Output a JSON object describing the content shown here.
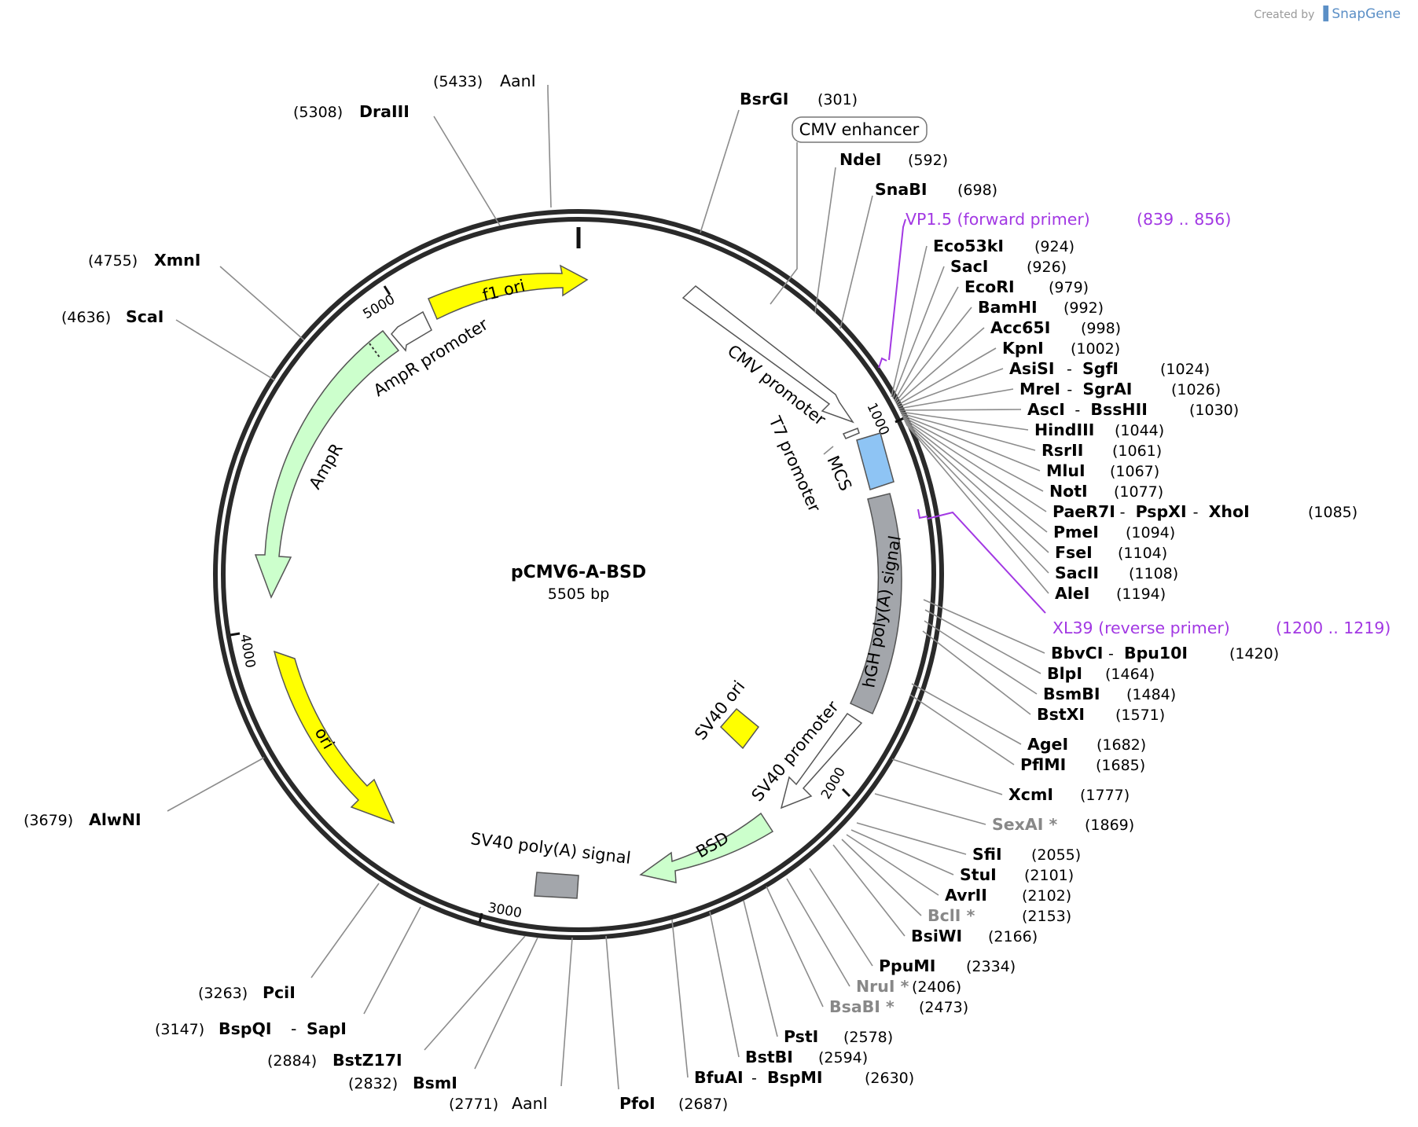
{
  "credit": {
    "prefix": "Created by",
    "brand": "SnapGene",
    "brand_icon": "snapgene-logo-icon"
  },
  "plasmid": {
    "name": "pCMV6-A-BSD",
    "length_label": "5505 bp",
    "length_bp": 5505
  },
  "ticks": [
    {
      "bp": 1000,
      "label": "1000"
    },
    {
      "bp": 2000,
      "label": "2000"
    },
    {
      "bp": 3000,
      "label": "3000"
    },
    {
      "bp": 4000,
      "label": "4000"
    },
    {
      "bp": 5000,
      "label": "5000"
    }
  ],
  "features": [
    {
      "label": "CMV enhancer",
      "type": "boxed-label",
      "color": "#ffffff"
    },
    {
      "label": "CMV promoter",
      "type": "arrow",
      "color": "#ffffff"
    },
    {
      "label": "T7 promoter",
      "type": "arrow",
      "color": "#ffffff"
    },
    {
      "label": "MCS",
      "type": "box",
      "color": "#8ec4f4"
    },
    {
      "label": "hGH poly(A) signal",
      "type": "box",
      "color": "#a3a6ab"
    },
    {
      "label": "SV40 ori",
      "type": "box",
      "color": "#ffff00"
    },
    {
      "label": "SV40 promoter",
      "type": "arrow",
      "color": "#ffffff"
    },
    {
      "label": "BSD",
      "type": "arrow",
      "color": "#ccffcc"
    },
    {
      "label": "SV40 poly(A) signal",
      "type": "box",
      "color": "#a3a6ab"
    },
    {
      "label": "ori",
      "type": "arrow",
      "color": "#ffff00"
    },
    {
      "label": "AmpR",
      "type": "arrow",
      "color": "#ccffcc"
    },
    {
      "label": "AmpR promoter",
      "type": "arrow",
      "color": "#ffffff"
    },
    {
      "label": "f1 ori",
      "type": "arrow",
      "color": "#ffff00"
    }
  ],
  "primers": [
    {
      "name": "VP1.5 (forward primer)",
      "range": "(839 .. 856)",
      "color": "#a238e3"
    },
    {
      "name": "XL39 (reverse primer)",
      "range": "(1200 .. 1219)",
      "color": "#a238e3"
    }
  ],
  "sites": [
    {
      "name": "AanI",
      "pos": "(5433)",
      "bold": false,
      "grey": false
    },
    {
      "name": "DraIII",
      "pos": "(5308)",
      "bold": true,
      "grey": false
    },
    {
      "name": "XmnI",
      "pos": "(4755)",
      "bold": true,
      "grey": false
    },
    {
      "name": "ScaI",
      "pos": "(4636)",
      "bold": true,
      "grey": false
    },
    {
      "name": "AlwNI",
      "pos": "(3679)",
      "bold": true,
      "grey": false
    },
    {
      "name": "PciI",
      "pos": "(3263)",
      "bold": true,
      "grey": false
    },
    {
      "name": "BspQI",
      "name2": "SapI",
      "pos": "(3147)",
      "bold": true,
      "grey": false
    },
    {
      "name": "BstZ17I",
      "pos": "(2884)",
      "bold": true,
      "grey": false
    },
    {
      "name": "BsmI",
      "pos": "(2832)",
      "bold": true,
      "grey": false
    },
    {
      "name": "AanI",
      "pos": "(2771)",
      "bold": false,
      "grey": false
    },
    {
      "name": "PfoI",
      "pos": "(2687)",
      "bold": true,
      "grey": false
    },
    {
      "name": "BsrGI",
      "pos": "(301)",
      "bold": true,
      "grey": false
    },
    {
      "name": "NdeI",
      "pos": "(592)",
      "bold": true,
      "grey": false
    },
    {
      "name": "SnaBI",
      "pos": "(698)",
      "bold": true,
      "grey": false
    },
    {
      "name": "Eco53kI",
      "pos": "(924)",
      "bold": true,
      "grey": false
    },
    {
      "name": "SacI",
      "pos": "(926)",
      "bold": true,
      "grey": false
    },
    {
      "name": "EcoRI",
      "pos": "(979)",
      "bold": true,
      "grey": false
    },
    {
      "name": "BamHI",
      "pos": "(992)",
      "bold": true,
      "grey": false
    },
    {
      "name": "Acc65I",
      "pos": "(998)",
      "bold": true,
      "grey": false
    },
    {
      "name": "KpnI",
      "pos": "(1002)",
      "bold": true,
      "grey": false
    },
    {
      "name": "AsiSI",
      "name2": "SgfI",
      "pos": "(1024)",
      "bold": true,
      "grey": false
    },
    {
      "name": "MreI",
      "name2": "SgrAI",
      "pos": "(1026)",
      "bold": true,
      "grey": false
    },
    {
      "name": "AscI",
      "name2": "BssHII",
      "pos": "(1030)",
      "bold": true,
      "grey": false
    },
    {
      "name": "HindIII",
      "pos": "(1044)",
      "bold": true,
      "grey": false
    },
    {
      "name": "RsrII",
      "pos": "(1061)",
      "bold": true,
      "grey": false
    },
    {
      "name": "MluI",
      "pos": "(1067)",
      "bold": true,
      "grey": false
    },
    {
      "name": "NotI",
      "pos": "(1077)",
      "bold": true,
      "grey": false
    },
    {
      "name": "PaeR7I",
      "name2": "PspXI",
      "name3": "XhoI",
      "pos": "(1085)",
      "bold": true,
      "grey": false
    },
    {
      "name": "PmeI",
      "pos": "(1094)",
      "bold": true,
      "grey": false
    },
    {
      "name": "FseI",
      "pos": "(1104)",
      "bold": true,
      "grey": false
    },
    {
      "name": "SacII",
      "pos": "(1108)",
      "bold": true,
      "grey": false
    },
    {
      "name": "AleI",
      "pos": "(1194)",
      "bold": true,
      "grey": false
    },
    {
      "name": "BbvCI",
      "name2": "Bpu10I",
      "pos": "(1420)",
      "bold": true,
      "grey": false
    },
    {
      "name": "BlpI",
      "pos": "(1464)",
      "bold": true,
      "grey": false
    },
    {
      "name": "BsmBI",
      "pos": "(1484)",
      "bold": true,
      "grey": false
    },
    {
      "name": "BstXI",
      "pos": "(1571)",
      "bold": true,
      "grey": false
    },
    {
      "name": "AgeI",
      "pos": "(1682)",
      "bold": true,
      "grey": false
    },
    {
      "name": "PflMI",
      "pos": "(1685)",
      "bold": true,
      "grey": false
    },
    {
      "name": "XcmI",
      "pos": "(1777)",
      "bold": true,
      "grey": false
    },
    {
      "name": "SexAI *",
      "pos": "(1869)",
      "bold": true,
      "grey": true
    },
    {
      "name": "SfiI",
      "pos": "(2055)",
      "bold": true,
      "grey": false
    },
    {
      "name": "StuI",
      "pos": "(2101)",
      "bold": true,
      "grey": false
    },
    {
      "name": "AvrII",
      "pos": "(2102)",
      "bold": true,
      "grey": false
    },
    {
      "name": "BclI *",
      "pos": "(2153)",
      "bold": true,
      "grey": true
    },
    {
      "name": "BsiWI",
      "pos": "(2166)",
      "bold": true,
      "grey": false
    },
    {
      "name": "PpuMI",
      "pos": "(2334)",
      "bold": true,
      "grey": false
    },
    {
      "name": "NruI *",
      "pos": "(2406)",
      "bold": true,
      "grey": true
    },
    {
      "name": "BsaBI *",
      "pos": "(2473)",
      "bold": true,
      "grey": true
    },
    {
      "name": "PstI",
      "pos": "(2578)",
      "bold": true,
      "grey": false
    },
    {
      "name": "BstBI",
      "pos": "(2594)",
      "bold": true,
      "grey": false
    },
    {
      "name": "BfuAI",
      "name2": "BspMI",
      "pos": "(2630)",
      "bold": true,
      "grey": false
    }
  ]
}
